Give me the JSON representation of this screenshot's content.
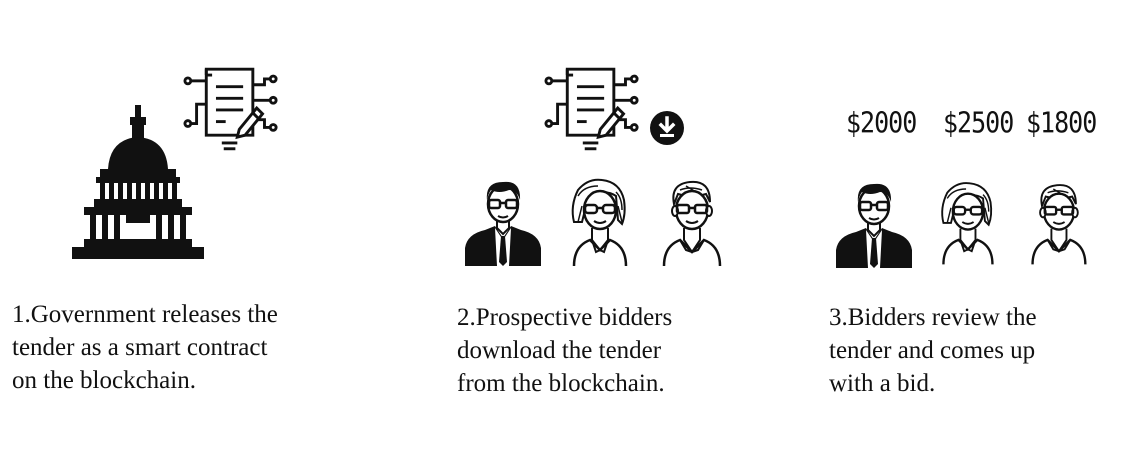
{
  "step1": {
    "lines": [
      "1.Government releases the",
      "tender as a smart contract",
      "on the blockchain."
    ]
  },
  "step2": {
    "lines": [
      "2.Prospective bidders",
      "download the tender",
      "from the blockchain."
    ]
  },
  "step3": {
    "lines": [
      "3.Bidders review the",
      "tender and comes up",
      "with a bid."
    ],
    "bids": [
      "$2000",
      "$2500",
      "$1800"
    ]
  },
  "icons": {
    "government": "capitol-building-icon",
    "contract": "smart-contract-document-icon",
    "download": "download-icon",
    "bidder_1": "businessman-avatar-icon",
    "bidder_2": "woman-avatar-icon",
    "bidder_3": "man-avatar-icon"
  },
  "colors": {
    "ink": "#111111",
    "background": "#ffffff"
  }
}
